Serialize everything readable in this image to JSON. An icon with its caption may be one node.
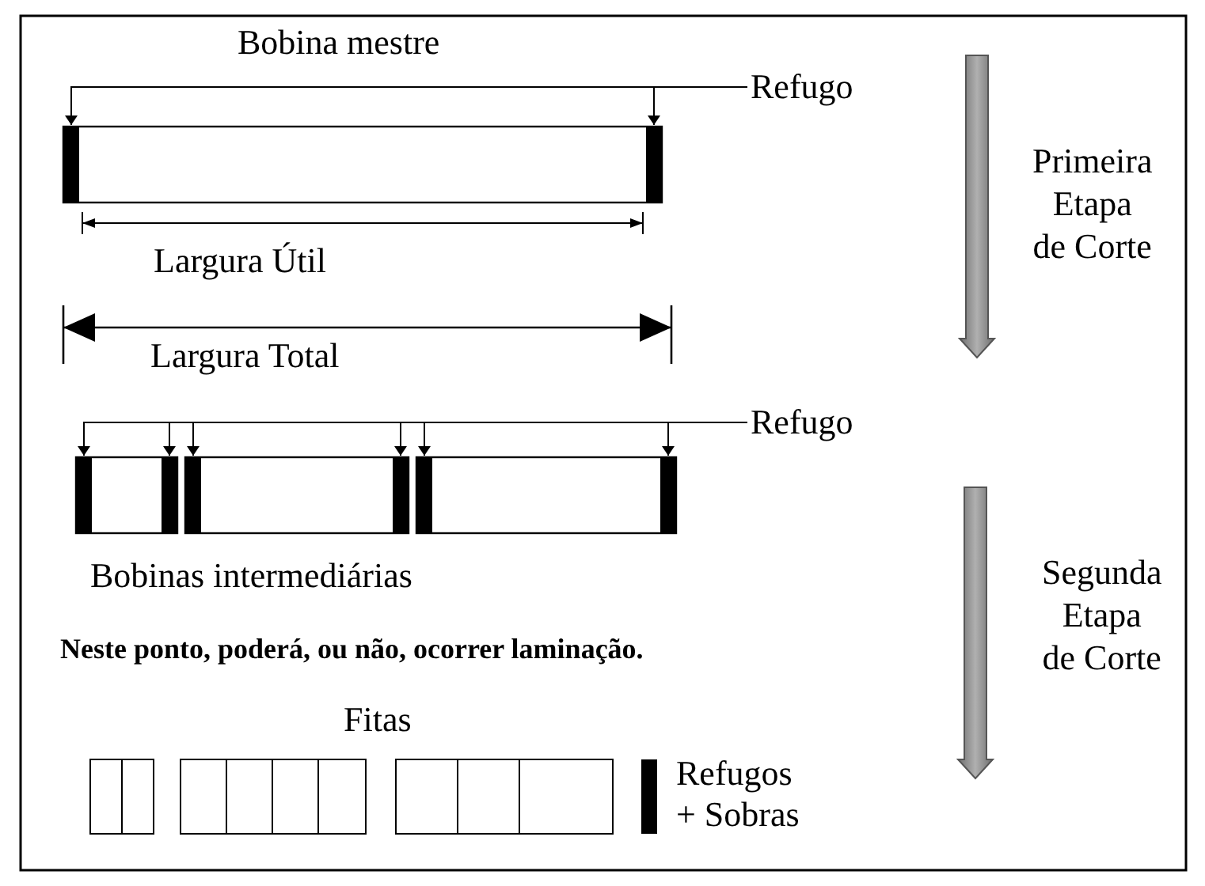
{
  "diagram": {
    "nodes": [
      {
        "text": [
          "Refugo"
        ]
      },
      {
        "text": [],
        "shape": "bar"
      },
      {
        "text": [],
        "shape": "bar"
      },
      {
        "text": [
          "Refugo"
        ]
      },
      {
        "text": [],
        "shape": "bar"
      },
      {
        "text": [],
        "shape": "bar"
      },
      {
        "text": [],
        "shape": "bar"
      },
      {
        "text": [],
        "shape": "bar"
      },
      {
        "text": [],
        "shape": "bar"
      },
      {
        "text": [],
        "shape": "bar"
      }
    ],
    "edges": [
      {
        "from": 0,
        "to": 1,
        "arrow": "to"
      },
      {
        "from": 0,
        "to": 2,
        "arrow": "to"
      },
      {
        "from": 3,
        "to": 4,
        "arrow": "to"
      },
      {
        "from": 3,
        "to": 5,
        "arrow": "to"
      },
      {
        "from": 3,
        "to": 6,
        "arrow": "to"
      },
      {
        "from": 3,
        "to": 7,
        "arrow": "to"
      },
      {
        "from": 3,
        "to": 8,
        "arrow": "to"
      },
      {
        "from": 3,
        "to": 9,
        "arrow": "to"
      }
    ],
    "labels": [
      "Bobina mestre",
      "Largura Útil",
      "Largura Total",
      "Bobinas intermediárias",
      "Neste ponto, poderá, ou não, ocorrer laminação.",
      "Fitas",
      "Primeira Etapa de Corte",
      "Segunda Etapa de Corte"
    ],
    "legend": [
      {
        "text": "Refugos + Sobras",
        "color": "#000000"
      }
    ]
  }
}
